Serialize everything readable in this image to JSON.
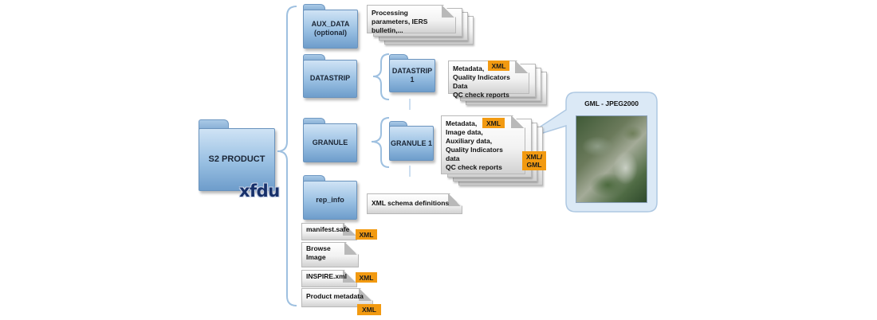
{
  "root": {
    "label": "S2 PRODUCT",
    "logo": "xfdu"
  },
  "folders": {
    "aux_data": "AUX_DATA\n(optional)",
    "datastrip": "DATASTRIP",
    "datastrip_1": "DATASTRIP 1",
    "granule": "GRANULE",
    "granule_1": "GRANULE 1",
    "rep_info": "rep_info"
  },
  "documents": {
    "aux_data_doc": "Processing parameters, IERS\nbulletin,...",
    "datastrip_doc": "Metadata,\nQuality Indicators Data\nQC check reports",
    "granule_doc": "Metadata,\nImage data,\nAuxiliary data,\nQuality Indicators data\nQC check reports",
    "rep_info_doc": "XML schema definitions",
    "manifest": "manifest.safe",
    "browse": "Browse\nImage",
    "inspire": "INSPIRE.xml",
    "product_metadata": "Product metadata"
  },
  "badges": {
    "xml": "XML",
    "xml_gml": "XML/\nGML"
  },
  "callout": {
    "title": "GML - JPEG2000"
  },
  "colors": {
    "folder_blue": "#8fb6dc",
    "badge_orange": "#f29a11",
    "connector_blue": "#9ec0e0",
    "logo_navy": "#17306a"
  }
}
